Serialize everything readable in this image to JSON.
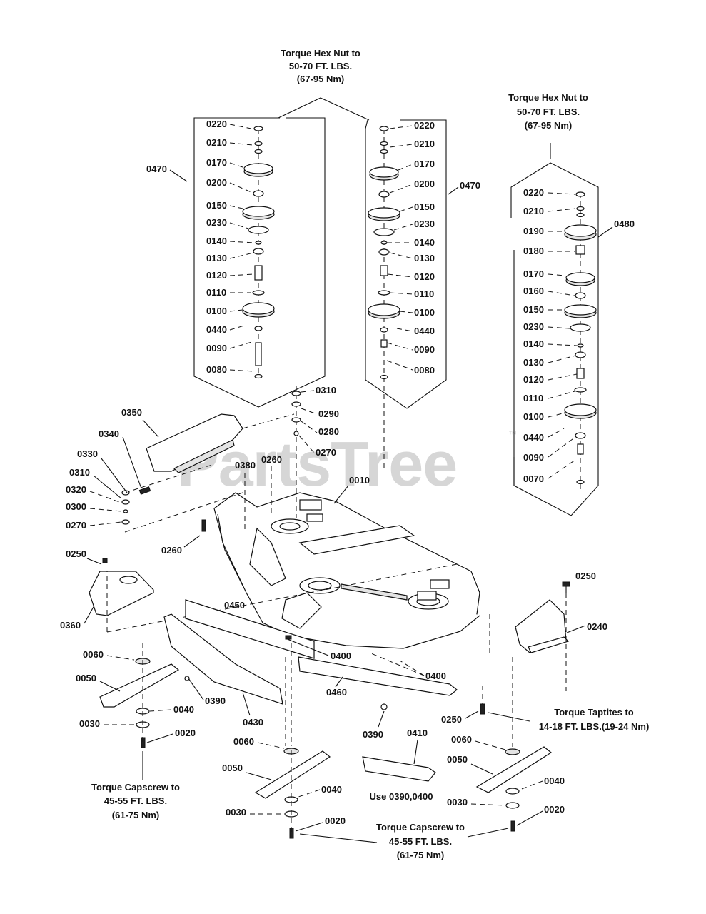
{
  "watermark": {
    "text": "PartsTree",
    "trademark": "™"
  },
  "notes": {
    "torque_hex_nut_left": [
      "Torque Hex Nut to",
      "50-70 FT. LBS.",
      "(67-95 Nm)"
    ],
    "torque_hex_nut_right": [
      "Torque Hex Nut to",
      "50-70 FT. LBS.",
      "(67-95 Nm)"
    ],
    "torque_taptites": [
      "Torque Taptites to",
      "14-18 FT. LBS.(19-24 Nm)"
    ],
    "torque_capscrew_left": [
      "Torque Capscrew to",
      "45-55 FT. LBS.",
      "(61-75 Nm)"
    ],
    "torque_capscrew_center": [
      "Torque Capscrew to",
      "45-55 FT. LBS.",
      "(61-75 Nm)"
    ],
    "use_note": "Use 0390,0400"
  },
  "spindle_left_labels": [
    "0220",
    "0210",
    "0170",
    "0200",
    "0150",
    "0230",
    "0140",
    "0130",
    "0120",
    "0110",
    "0100",
    "0440",
    "0090",
    "0080"
  ],
  "spindle_mid_labels": [
    "0220",
    "0210",
    "0170",
    "0200",
    "0150",
    "0230",
    "0140",
    "0130",
    "0120",
    "0110",
    "0100",
    "0440",
    "0090",
    "0080"
  ],
  "spindle_right_labels": [
    "0220",
    "0210",
    "0190",
    "0180",
    "0170",
    "0160",
    "0150",
    "0230",
    "0140",
    "0130",
    "0120",
    "0110",
    "0100",
    "0440",
    "0090",
    "0070"
  ],
  "assembly_labels": {
    "left": "0470",
    "mid": "0470",
    "right": "0480"
  },
  "deck_labels": [
    "0310",
    "0290",
    "0280",
    "0270",
    "0350",
    "0340",
    "0330",
    "0310",
    "0320",
    "0300",
    "0270",
    "0380",
    "0260",
    "0010",
    "0260",
    "0250",
    "0360",
    "0450",
    "0400",
    "0250",
    "0240",
    "0060",
    "0050",
    "0040",
    "0390",
    "0430",
    "0030",
    "0020",
    "0460",
    "0400",
    "0390",
    "0410",
    "0250",
    "0060",
    "0050",
    "0040",
    "0030",
    "0020",
    "0060",
    "0050",
    "0040",
    "0030",
    "0020"
  ]
}
